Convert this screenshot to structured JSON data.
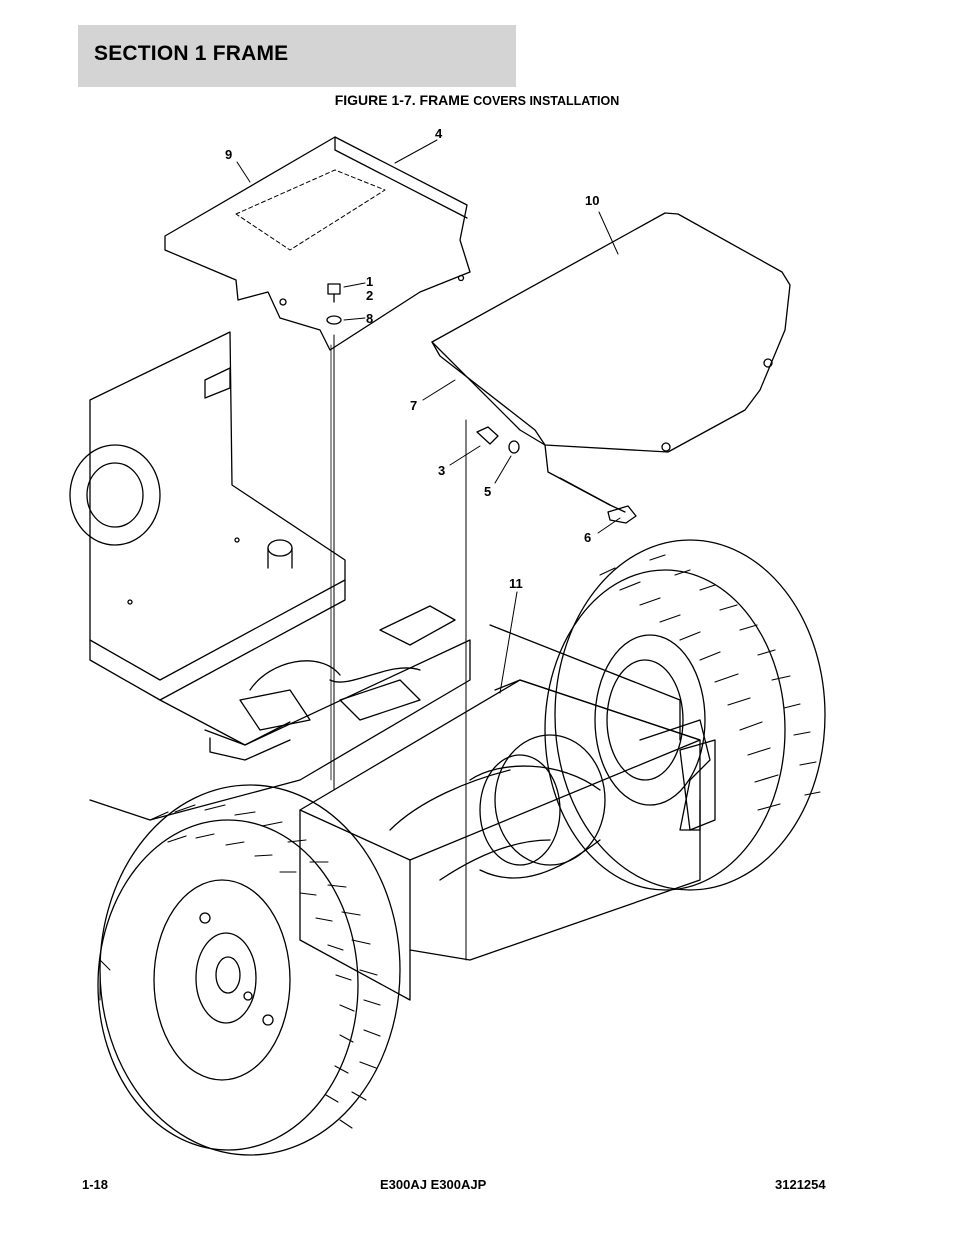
{
  "header": {
    "section_title": "SECTION 1  FRAME"
  },
  "figure": {
    "caption_main": "FIGURE 1-7.  FRAME",
    "caption_sub": "COVERS INSTALLATION"
  },
  "callouts": [
    "1",
    "2",
    "3",
    "4",
    "5",
    "6",
    "7",
    "8",
    "9",
    "10",
    "11"
  ],
  "footer": {
    "page_number": "1-18",
    "model": "E300AJ E300AJP",
    "doc_number": "3121254"
  }
}
